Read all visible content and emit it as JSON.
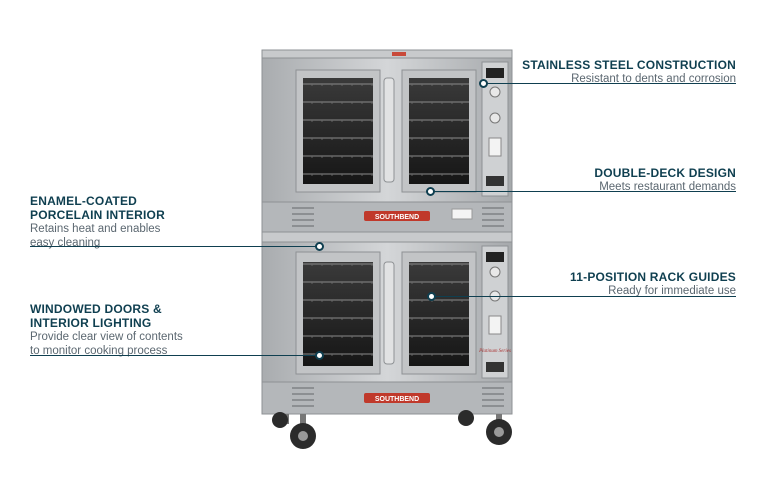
{
  "product": {
    "brand_badge": "SOUTHBEND",
    "script_label": "Platinum Series"
  },
  "callouts": [
    {
      "id": "stainless",
      "title": "STAINLESS STEEL CONSTRUCTION",
      "desc": "Resistant to dents and corrosion"
    },
    {
      "id": "doubledeck",
      "title": "DOUBLE-DECK DESIGN",
      "desc": "Meets restaurant demands"
    },
    {
      "id": "enamel",
      "title_line1": "ENAMEL-COATED",
      "title_line2": "PORCELAIN INTERIOR",
      "desc_line1": "Retains heat and enables",
      "desc_line2": "easy cleaning"
    },
    {
      "id": "rack",
      "title": "11-POSITION RACK GUIDES",
      "desc": "Ready for immediate use"
    },
    {
      "id": "windowed",
      "title_line1": "WINDOWED DOORS &",
      "title_line2": "INTERIOR LIGHTING",
      "desc_line1": "Provide clear view of contents",
      "desc_line2": "to monitor cooking process"
    }
  ],
  "colors": {
    "accent": "#0f3f50",
    "desc_text": "#5b6770",
    "steel": "#b9bcbf",
    "badge": "#c0392b"
  }
}
